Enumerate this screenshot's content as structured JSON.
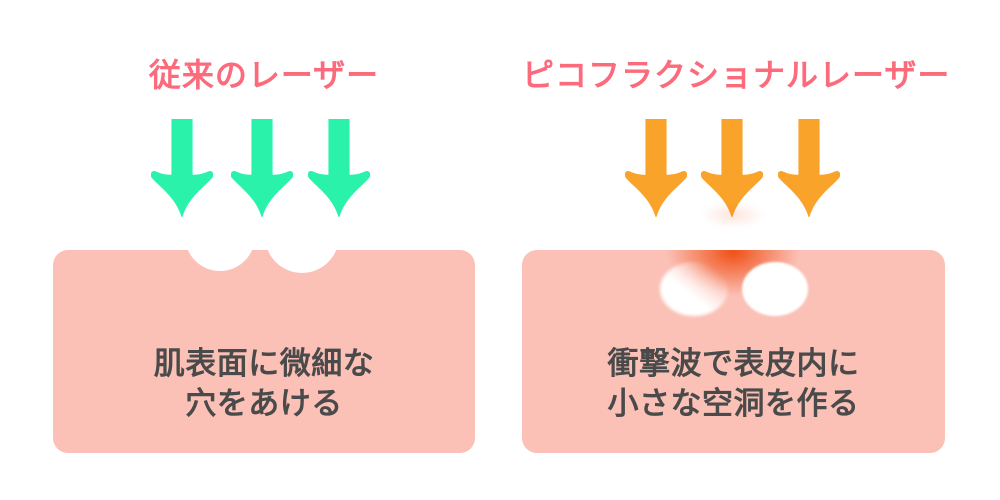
{
  "diagram": {
    "background_color": "#ffffff",
    "text_color": "#4a4a4a",
    "panels": [
      {
        "title": "従来のレーザー",
        "title_color": "#fb6b7c",
        "arrow_icon": "down-arrow-icon",
        "arrow_count": 3,
        "arrow_color": "#2bf2ab",
        "skin_color": "#fbc1b7",
        "description": [
          "肌表面に微細な",
          "穴をあける"
        ]
      },
      {
        "title": "ピコフラクショナルレーザー",
        "title_color": "#fb6b7c",
        "arrow_icon": "down-arrow-icon",
        "arrow_count": 3,
        "arrow_color": "#faa32b",
        "skin_color": "#fbc1b7",
        "glow_color": "#f04e14",
        "description": [
          "衝撃波で表皮内に",
          "小さな空洞を作る"
        ]
      }
    ]
  }
}
